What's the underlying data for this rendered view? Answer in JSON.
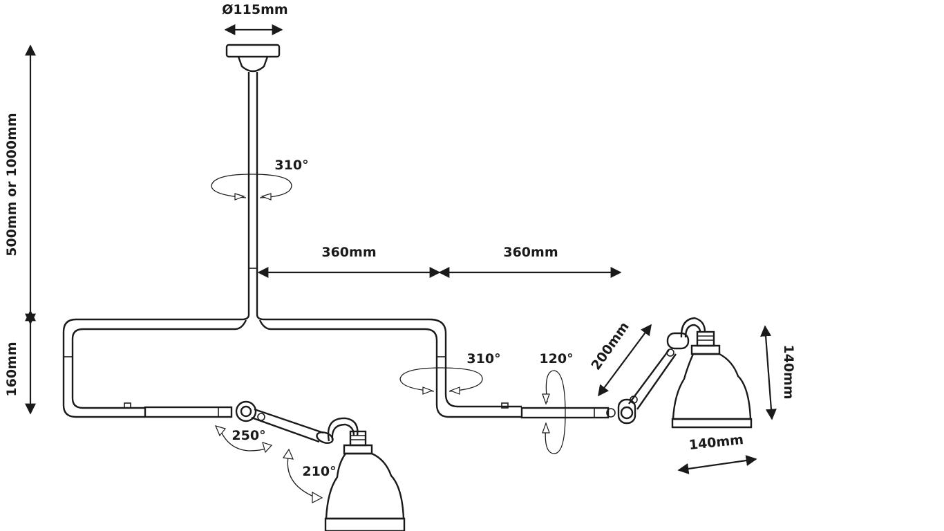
{
  "dimensions": {
    "canopy_diameter": "Ø115mm",
    "stem_length": "500mm or 1000mm",
    "frame_height": "160mm",
    "arm_left": "360mm",
    "arm_right": "360mm",
    "arm_segment": "200mm",
    "shade_height": "140mm",
    "shade_width": "140mm"
  },
  "rotations": {
    "stem": "310°",
    "right_arm": "310°",
    "right_joint": "120°",
    "left_elbow": "250°",
    "left_shade": "210°"
  }
}
